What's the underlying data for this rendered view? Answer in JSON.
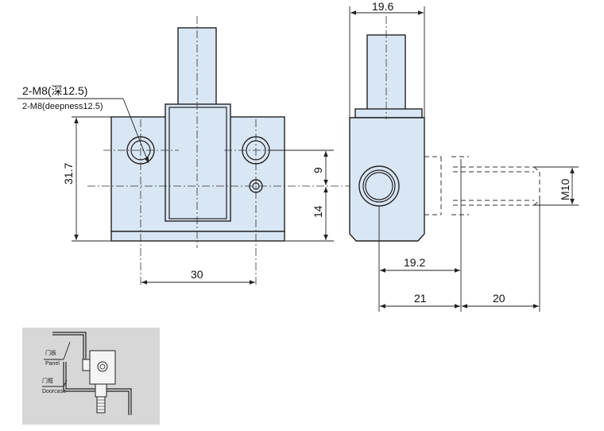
{
  "labels": {
    "thread_cn": "2-M8(深12.5)",
    "thread_en": "2-M8(deepness12.5)",
    "dim_height": "31.7",
    "dim_upper": "9",
    "dim_lower": "14",
    "dim_hole_spacing": "30",
    "dim_side_width": "19.6",
    "dim_center_offset": "19.2",
    "dim_base_width": "21",
    "dim_bolt_length": "20",
    "dim_bolt_thread": "M10"
  },
  "inset": {
    "panel_cn": "门板",
    "panel_en": "Panel",
    "frame_cn": "门框",
    "frame_en": "Doorcase"
  },
  "colors": {
    "part_fill": "#d9e6f4",
    "inset_background": "#d7d7d7"
  }
}
